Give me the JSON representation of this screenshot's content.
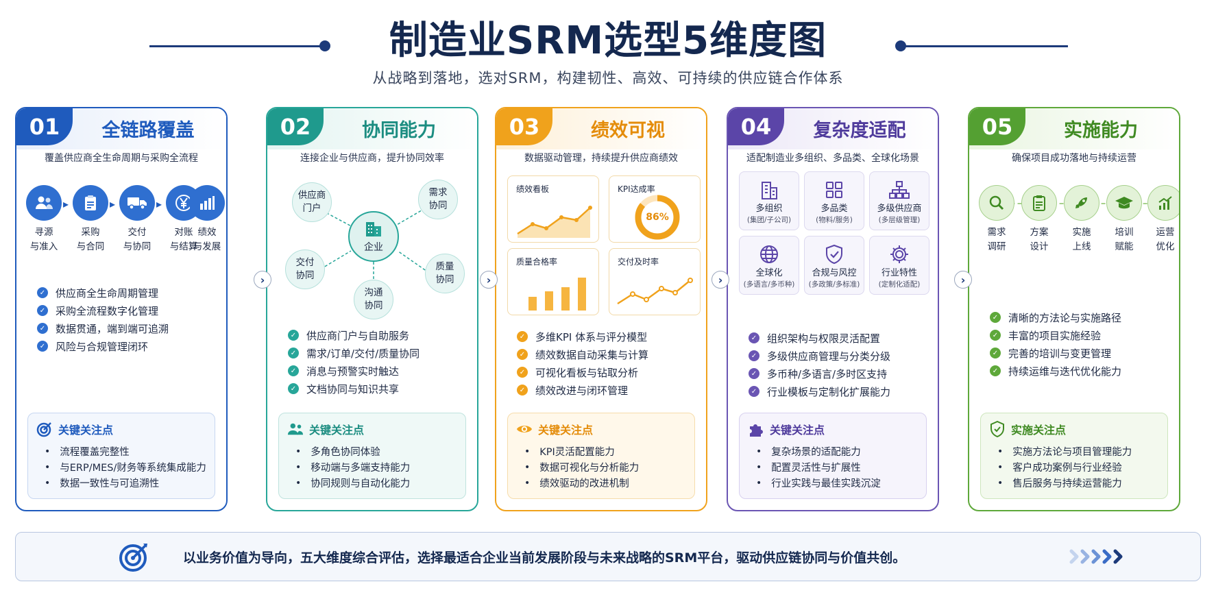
{
  "page": {
    "title": "制造业SRM选型5维度图",
    "subtitle": "从战略到落地，选对SRM，构建韧性、高效、可持续的供应链合作体系"
  },
  "colors": {
    "navy": "#1c3a7a",
    "blue": "#1f5bbd",
    "teal": "#27a699",
    "orange": "#f0a21c",
    "purple": "#6a55b3",
    "green": "#5ea83a"
  },
  "cards": [
    {
      "num": "01",
      "title": "全链路覆盖",
      "sub": "覆盖供应商全生命周期与采购全流程",
      "flow": [
        {
          "l1": "寻源",
          "l2": "与准入",
          "icon": "users-icon"
        },
        {
          "l1": "采购",
          "l2": "与合同",
          "icon": "clipboard-icon"
        },
        {
          "l1": "交付",
          "l2": "与协同",
          "icon": "truck-icon"
        },
        {
          "l1": "对账",
          "l2": "与结算",
          "icon": "yen-icon"
        },
        {
          "l1": "绩效",
          "l2": "与发展",
          "icon": "bar-chart-icon"
        }
      ],
      "checks": [
        "供应商全生命周期管理",
        "采购全流程数字化管理",
        "数据贯通，端到端可追溯",
        "风险与合规管理闭环"
      ],
      "focus_title": "关键关注点",
      "focus": [
        "流程覆盖完整性",
        "与ERP/MES/财务等系统集成能力",
        "数据一致性与可追溯性"
      ]
    },
    {
      "num": "02",
      "title": "协同能力",
      "sub": "连接企业与供应商，提升协同效率",
      "hub": "企业",
      "nodes": [
        {
          "l1": "供应商",
          "l2": "门户"
        },
        {
          "l1": "需求",
          "l2": "协同"
        },
        {
          "l1": "交付",
          "l2": "协同"
        },
        {
          "l1": "质量",
          "l2": "协同"
        },
        {
          "l1": "沟通",
          "l2": "协同"
        }
      ],
      "checks": [
        "供应商门户与自助服务",
        "需求/订单/交付/质量协同",
        "消息与预警实时触达",
        "文档协同与知识共享"
      ],
      "focus_title": "关键关注点",
      "focus": [
        "多角色协同体验",
        "移动端与多端支持能力",
        "协同规则与自动化能力"
      ]
    },
    {
      "num": "03",
      "title": "绩效可视",
      "sub": "数据驱动管理，持续提升供应商绩效",
      "dashboards": [
        "绩效看板",
        "KPI达成率",
        "质量合格率",
        "交付及时率"
      ],
      "kpi_value": "86%",
      "kpi_fraction": 0.86,
      "checks": [
        "多维KPI 体系与评分模型",
        "绩效数据自动采集与计算",
        "可视化看板与钻取分析",
        "绩效改进与闭环管理"
      ],
      "focus_title": "关键关注点",
      "focus": [
        "KPI灵活配置能力",
        "数据可视化与分析能力",
        "绩效驱动的改进机制"
      ]
    },
    {
      "num": "04",
      "title": "复杂度适配",
      "sub": "适配制造业多组织、多品类、全球化场景",
      "tiles": [
        {
          "name": "多组织",
          "sub": "(集团/子公司)",
          "icon": "building-icon"
        },
        {
          "name": "多品类",
          "sub": "(物料/服务)",
          "icon": "grid-icon"
        },
        {
          "name": "多级供应商",
          "sub": "(多层级管理)",
          "icon": "hierarchy-icon"
        },
        {
          "name": "全球化",
          "sub": "(多语言/多币种)",
          "icon": "globe-icon"
        },
        {
          "name": "合规与风控",
          "sub": "(多政策/多标准)",
          "icon": "shield-check-icon"
        },
        {
          "name": "行业特性",
          "sub": "(定制化适配)",
          "icon": "gear-icon"
        }
      ],
      "checks": [
        "组织架构与权限灵活配置",
        "多级供应商管理与分类分级",
        "多币种/多语言/多时区支持",
        "行业模板与定制化扩展能力"
      ],
      "focus_title": "关键关注点",
      "focus": [
        "复杂场景的适配能力",
        "配置灵活性与扩展性",
        "行业实践与最佳实践沉淀"
      ]
    },
    {
      "num": "05",
      "title": "实施能力",
      "sub": "确保项目成功落地与持续运营",
      "flow": [
        {
          "l1": "需求",
          "l2": "调研",
          "icon": "search-icon"
        },
        {
          "l1": "方案",
          "l2": "设计",
          "icon": "clipboard-icon"
        },
        {
          "l1": "实施",
          "l2": "上线",
          "icon": "rocket-icon"
        },
        {
          "l1": "培训",
          "l2": "赋能",
          "icon": "graduation-cap-icon"
        },
        {
          "l1": "运营",
          "l2": "优化",
          "icon": "growth-chart-icon"
        }
      ],
      "checks": [
        "清晰的方法论与实施路径",
        "丰富的项目实施经验",
        "完善的培训与变更管理",
        "持续运维与迭代优化能力"
      ],
      "focus_title": "实施关注点",
      "focus": [
        "实施方法论与项目管理能力",
        "客户成功案例与行业经验",
        "售后服务与持续运营能力"
      ]
    }
  ],
  "bottom": {
    "text": "以业务价值为导向，五大维度综合评估，选择最适合企业当前发展阶段与未来战略的SRM平台，驱动供应链协同与价值共创。"
  }
}
